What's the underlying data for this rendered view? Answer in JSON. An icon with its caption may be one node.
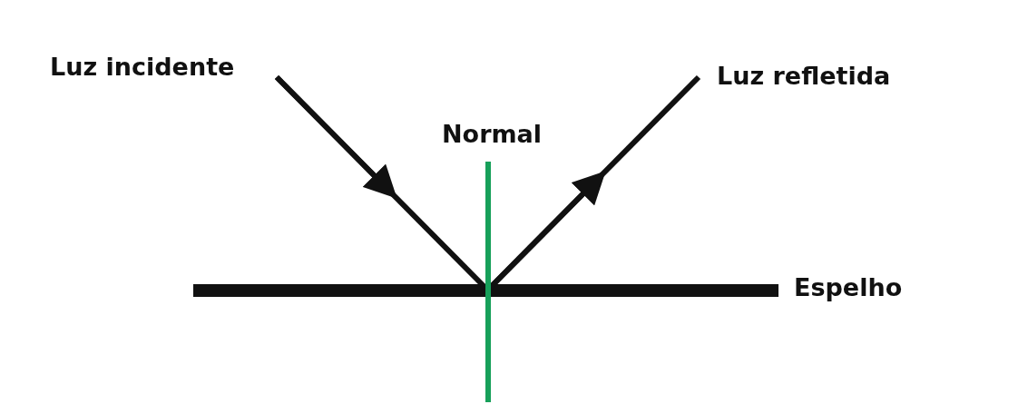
{
  "diagram": {
    "labels": [
      "Luz incidente",
      "Normal",
      "Luz refletida",
      "Espelho"
    ]
  }
}
